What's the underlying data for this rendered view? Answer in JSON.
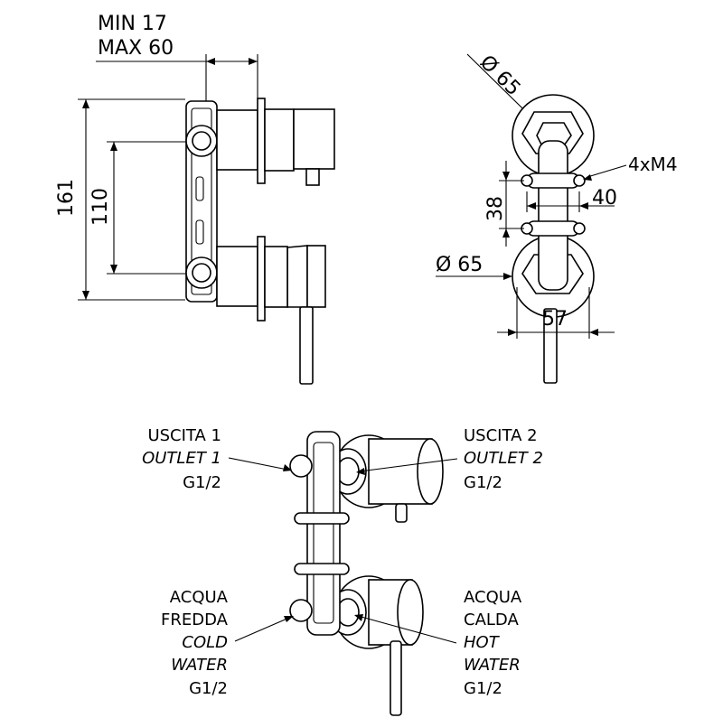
{
  "side_view": {
    "depth_min": "MIN 17",
    "depth_max": "MAX 60",
    "height_total": "161",
    "height_inner": "110"
  },
  "front_view": {
    "diameter_top": "Ø 65",
    "diameter_bottom": "Ø 65",
    "screws": "4xM4",
    "screw_vertical_spacing": "38",
    "screw_horizontal_spacing": "40",
    "bottom_width": "57"
  },
  "connections": {
    "outlet1": {
      "it": "USCITA 1",
      "en": "OUTLET 1",
      "thread": "G1/2"
    },
    "outlet2": {
      "it": "USCITA 2",
      "en": "OUTLET 2",
      "thread": "G1/2"
    },
    "cold": {
      "it1": "ACQUA",
      "it2": "FREDDA",
      "en1": "COLD",
      "en2": "WATER",
      "thread": "G1/2"
    },
    "hot": {
      "it1": "ACQUA",
      "it2": "CALDA",
      "en1": "HOT",
      "en2": "WATER",
      "thread": "G1/2"
    }
  }
}
